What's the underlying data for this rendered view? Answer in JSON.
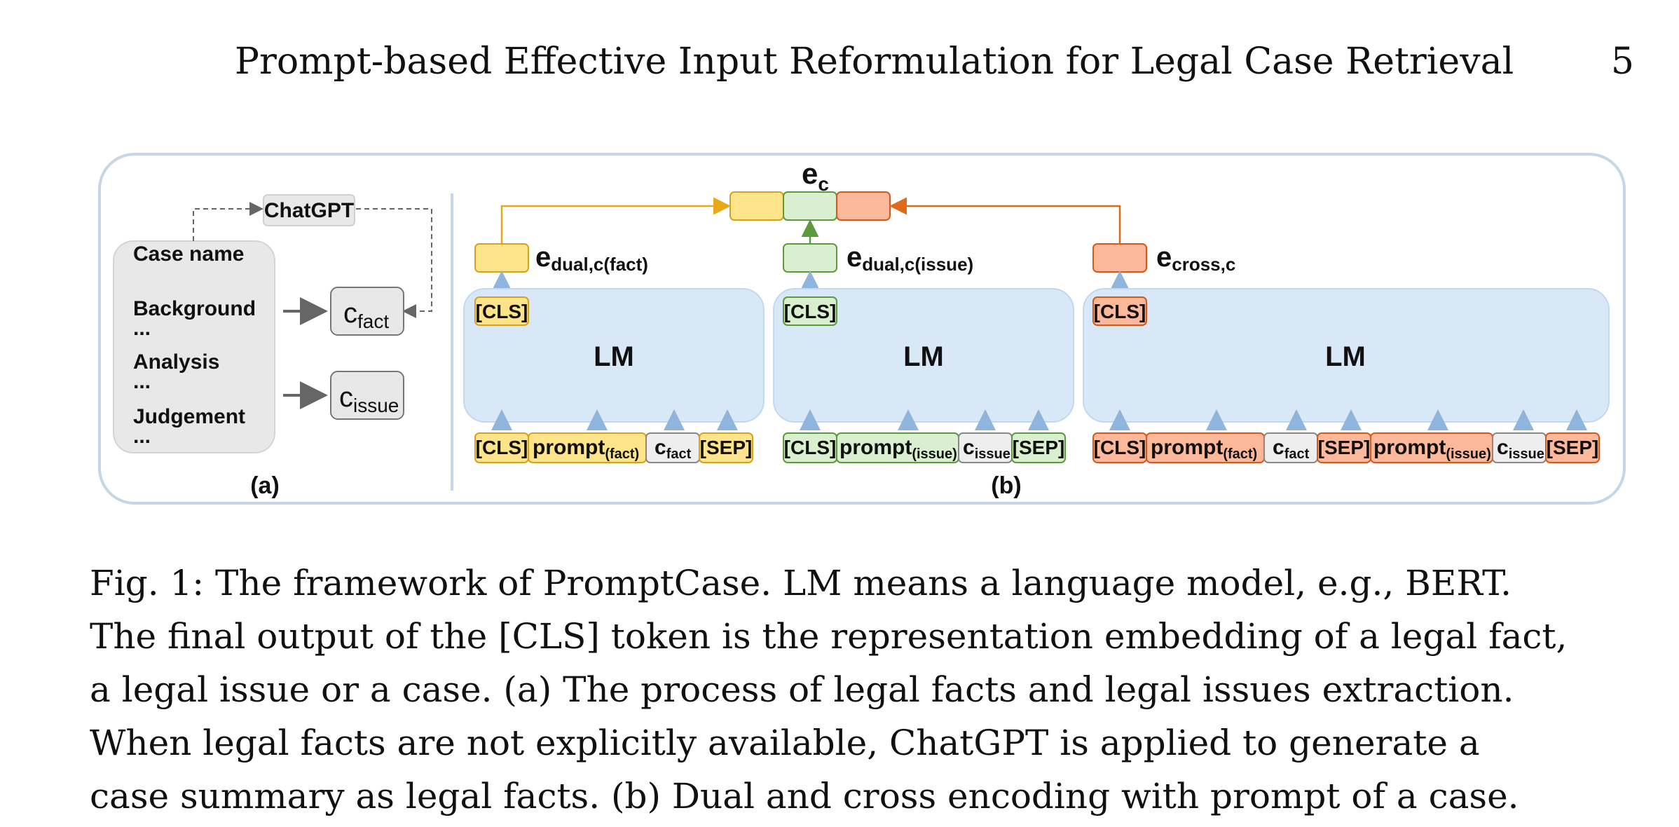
{
  "header": {
    "title": "Prompt-based Effective Input Reformulation for Legal Case Retrieval",
    "page": "5"
  },
  "figure": {
    "panel_a": {
      "chatgpt": "ChatGPT",
      "case_fields": [
        "Case name",
        "Background",
        "...",
        "Analysis",
        "...",
        "Judgement",
        "..."
      ],
      "c_fact": "c",
      "c_fact_sub": "fact",
      "c_issue": "c",
      "c_issue_sub": "issue",
      "label": "(a)"
    },
    "panel_b": {
      "label": "(b)",
      "lm": "LM",
      "cls": "[CLS]",
      "sep": "[SEP]",
      "prompt": "prompt",
      "fact_sub": "(fact)",
      "issue_sub": "(issue)",
      "c": "c",
      "fact": "fact",
      "issue": "issue",
      "e": "e",
      "e_c_sub": "c",
      "e_dual_fact_sub": "dual,c(fact)",
      "e_dual_issue_sub": "dual,c(issue)",
      "e_cross_sub": "cross,c"
    },
    "colors": {
      "yellow_fill": "#fde38a",
      "yellow_stroke": "#d6a21e",
      "green_fill": "#d9efd0",
      "green_stroke": "#5c9a3e",
      "orange_fill": "#fcb89a",
      "orange_stroke": "#d45a1c",
      "lm_fill": "#d8e8f7",
      "gray_fill": "#e8e8e8",
      "arrow_blue": "#8fb5dc"
    }
  },
  "caption": {
    "lines": [
      "Fig. 1: The framework of PromptCase. LM means a language model, e.g., BERT.",
      "The final output of the [CLS] token is the representation embedding of a legal fact,",
      "a legal issue or a case. (a) The process of legal facts and legal issues extraction.",
      "When legal facts are not explicitly available, ChatGPT is applied to generate a",
      "case summary as legal facts. (b) Dual and cross encoding with prompt of a case."
    ]
  }
}
